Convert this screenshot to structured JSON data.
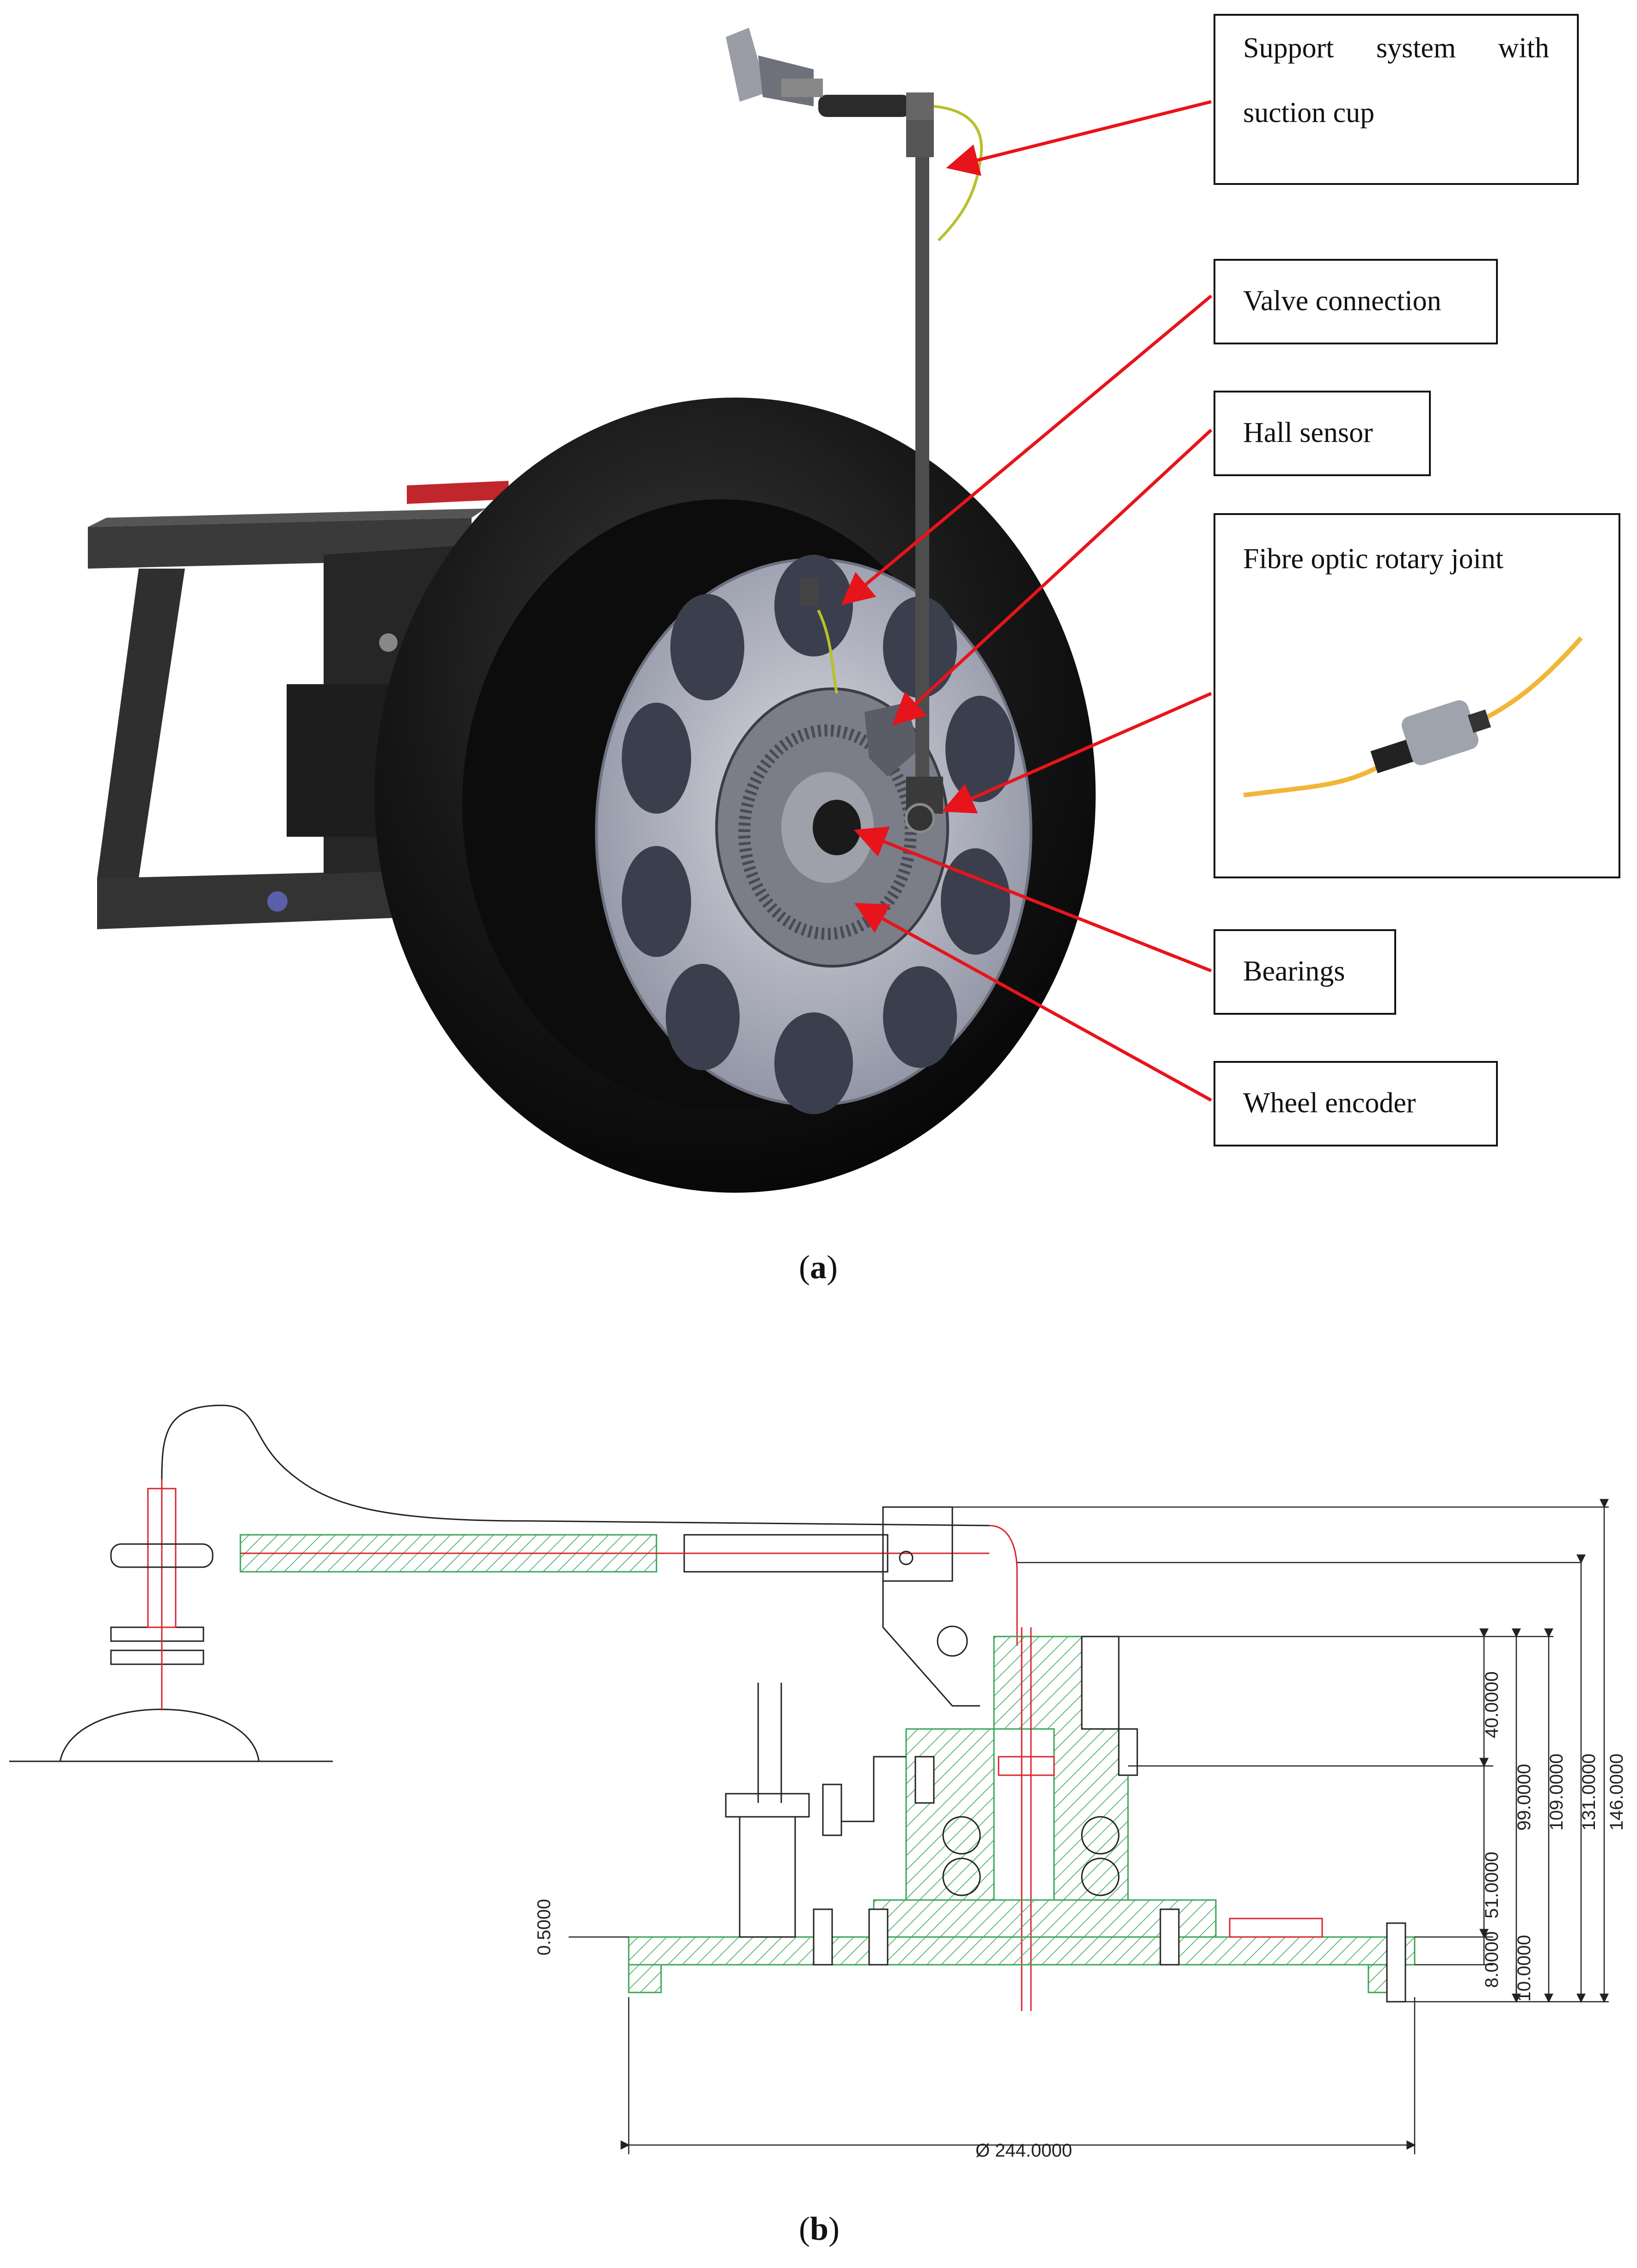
{
  "panel_a": {
    "label": "a",
    "callouts": {
      "support": "Support system with suction cup",
      "valve": "Valve connection",
      "hall": "Hall sensor",
      "fibre": "Fibre optic rotary joint",
      "bearings": "Bearings",
      "encoder": "Wheel encoder"
    }
  },
  "panel_b": {
    "label": "b",
    "dimensions": {
      "d40": "40.0000",
      "d51": "51.0000",
      "d99": "99.0000",
      "d109": "109.0000",
      "d131": "131.0000",
      "d146": "146.0000",
      "d8": "8.0000",
      "d10": "10.0000",
      "d05": "0.5000",
      "dia": "Ø 244.0000"
    }
  },
  "colors": {
    "arrow": "#e8141b",
    "tire": "#151515",
    "rim": "#b9bcc8",
    "hatch": "#3aa655",
    "redline": "#d9262c",
    "fibre": "#f2b637"
  }
}
